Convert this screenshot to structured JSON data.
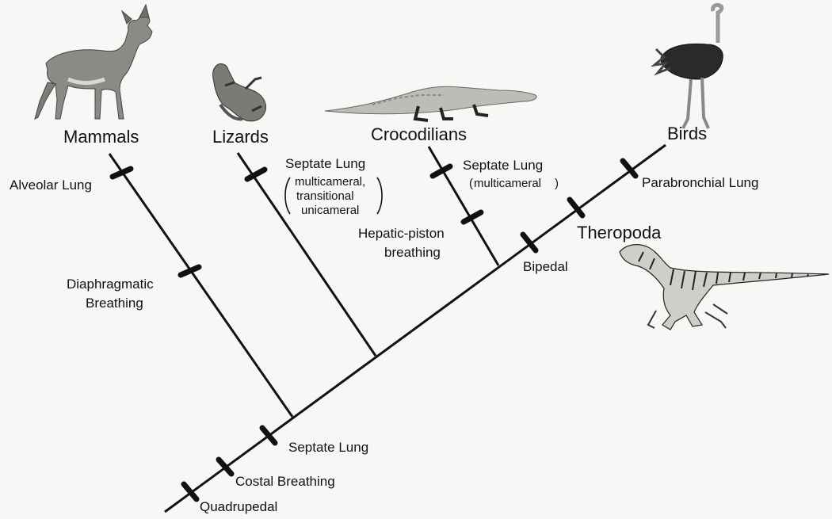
{
  "taxa": {
    "mammals": "Mammals",
    "lizards": "Lizards",
    "crocodilians": "Crocodilians",
    "birds": "Birds",
    "theropoda": "Theropoda"
  },
  "characters": {
    "quadrupedal": "Quadrupedal",
    "costal_breathing": "Costal Breathing",
    "septate_lung_base": "Septate Lung",
    "alveolar_lung": "Alveolar Lung",
    "diaphragmatic_1": "Diaphragmatic",
    "diaphragmatic_2": "Breathing",
    "lizard_septate": "Septate Lung",
    "lizard_note_1": "multicameral,",
    "lizard_note_2": "transitional",
    "lizard_note_3": "unicameral",
    "croc_septate": "Septate Lung",
    "croc_note": "multicameral",
    "hepatic_1": "Hepatic-piston",
    "hepatic_2": "breathing",
    "bipedal": "Bipedal",
    "parabronchial": "Parabronchial Lung"
  }
}
